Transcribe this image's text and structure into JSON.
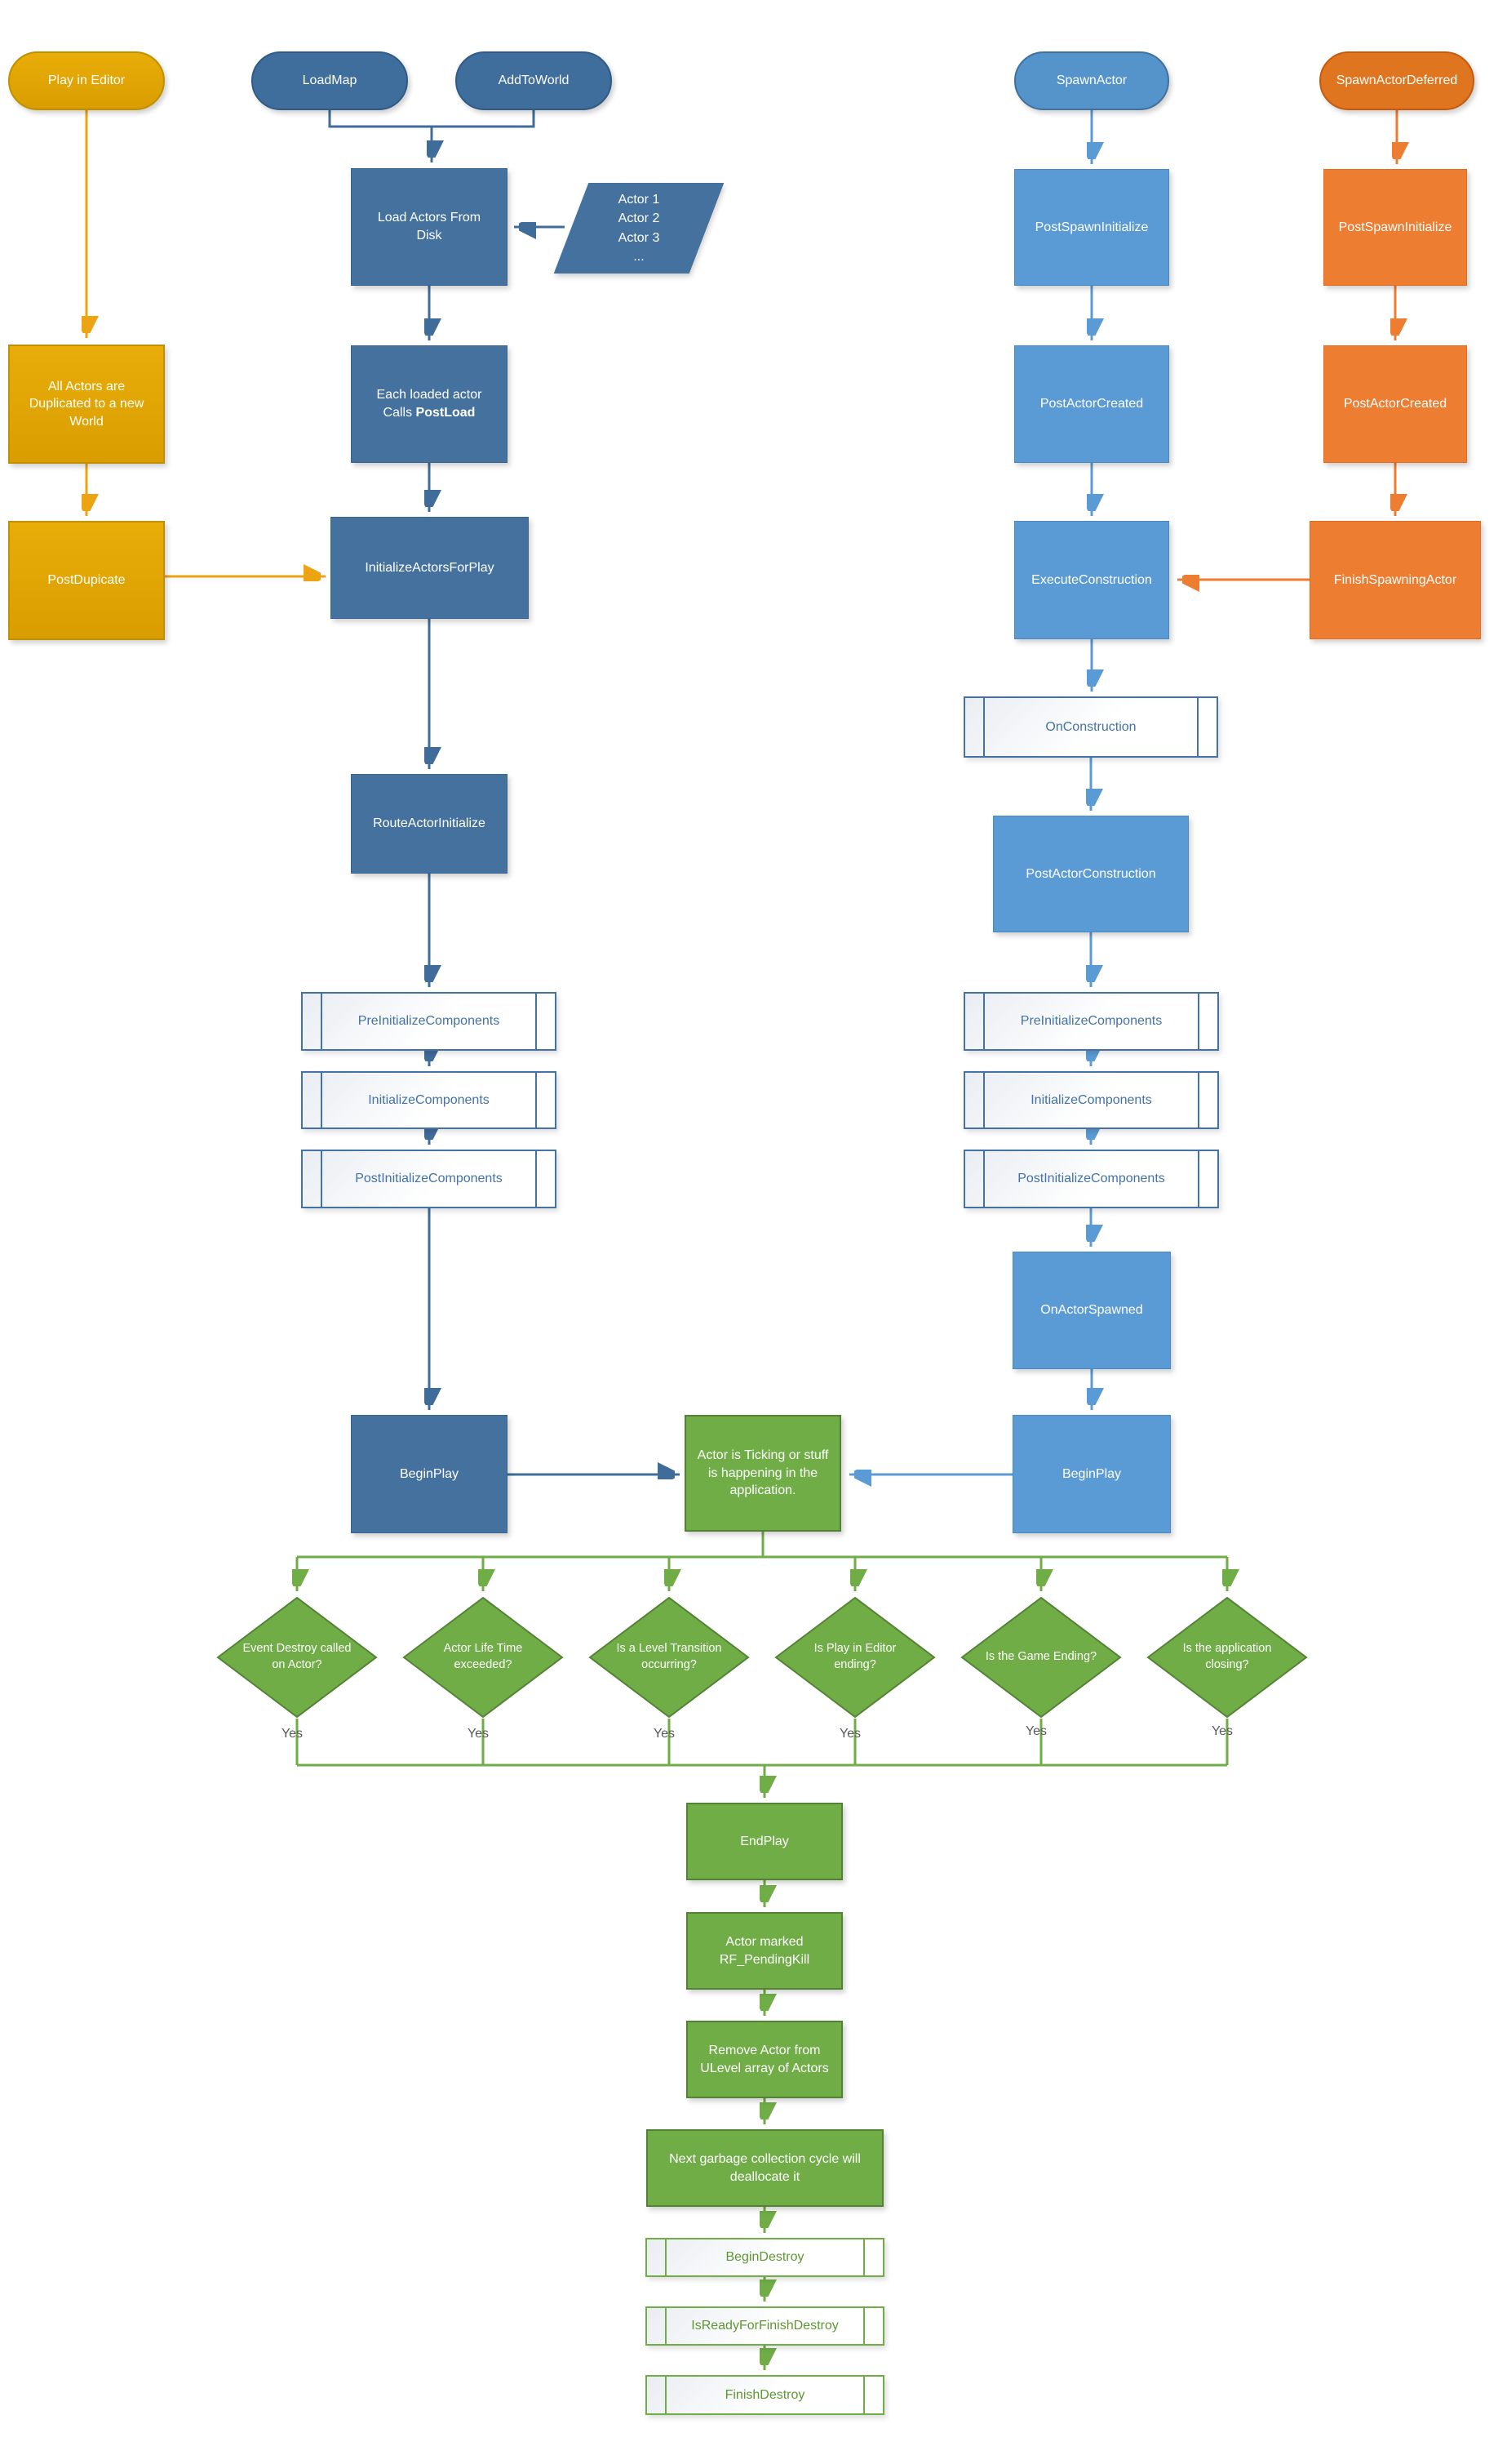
{
  "colors": {
    "yellow": "#E2A500",
    "dark_blue": "#44719E",
    "light_blue": "#5B9BD5",
    "orange": "#ED7D31",
    "green": "#70AD47",
    "subprocess_text_blue": "#4472A4",
    "subprocess_text_green": "#5E9732",
    "yes_text": "#595959"
  },
  "editor_column": {
    "play_in_editor": "Play in Editor",
    "duplicate_note": "All Actors are Duplicated to a new World",
    "post_duplicate": "PostDupicate"
  },
  "load_column": {
    "load_map": "LoadMap",
    "add_to_world": "AddToWorld",
    "load_actors": "Load Actors From Disk",
    "actor_list": [
      "Actor 1",
      "Actor 2",
      "Actor 3",
      "..."
    ],
    "post_load_line1": "Each loaded actor",
    "post_load_prefix": "Calls ",
    "post_load_bold": "PostLoad",
    "initialize_actors_for_play": "InitializeActorsForPlay",
    "route_actor_initialize": "RouteActorInitialize",
    "pre_initialize_components": "PreInitializeComponents",
    "initialize_components": "InitializeComponents",
    "post_initialize_components": "PostInitializeComponents",
    "begin_play": "BeginPlay"
  },
  "spawn_column": {
    "spawn_actor": "SpawnActor",
    "post_spawn_initialize": "PostSpawnInitialize",
    "post_actor_created": "PostActorCreated",
    "execute_construction": "ExecuteConstruction",
    "on_construction": "OnConstruction",
    "post_actor_construction": "PostActorConstruction",
    "pre_initialize_components": "PreInitializeComponents",
    "initialize_components": "InitializeComponents",
    "post_initialize_components": "PostInitializeComponents",
    "on_actor_spawned": "OnActorSpawned",
    "begin_play": "BeginPlay"
  },
  "deferred_column": {
    "spawn_actor_deferred": "SpawnActorDeferred",
    "post_spawn_initialize": "PostSpawnInitialize",
    "post_actor_created": "PostActorCreated",
    "finish_spawning_actor": "FinishSpawningActor"
  },
  "ticking_note": "Actor is Ticking or stuff is happening in the application.",
  "decisions": [
    {
      "label": "Event Destroy called on Actor?",
      "yes": "Yes"
    },
    {
      "label": "Actor Life Time exceeded?",
      "yes": "Yes"
    },
    {
      "label": "Is a Level Transition occurring?",
      "yes": "Yes"
    },
    {
      "label": "Is Play in Editor ending?",
      "yes": "Yes"
    },
    {
      "label": "Is the Game Ending?",
      "yes": "Yes"
    },
    {
      "label": "Is the application closing?",
      "yes": "Yes"
    }
  ],
  "teardown": {
    "end_play": "EndPlay",
    "pending_kill": "Actor marked RF_PendingKill",
    "remove_actor": "Remove Actor from ULevel array of Actors",
    "garbage_note": "Next garbage collection cycle will deallocate it",
    "begin_destroy": "BeginDestroy",
    "is_ready_for_finish_destroy": "IsReadyForFinishDestroy",
    "finish_destroy": "FinishDestroy"
  }
}
